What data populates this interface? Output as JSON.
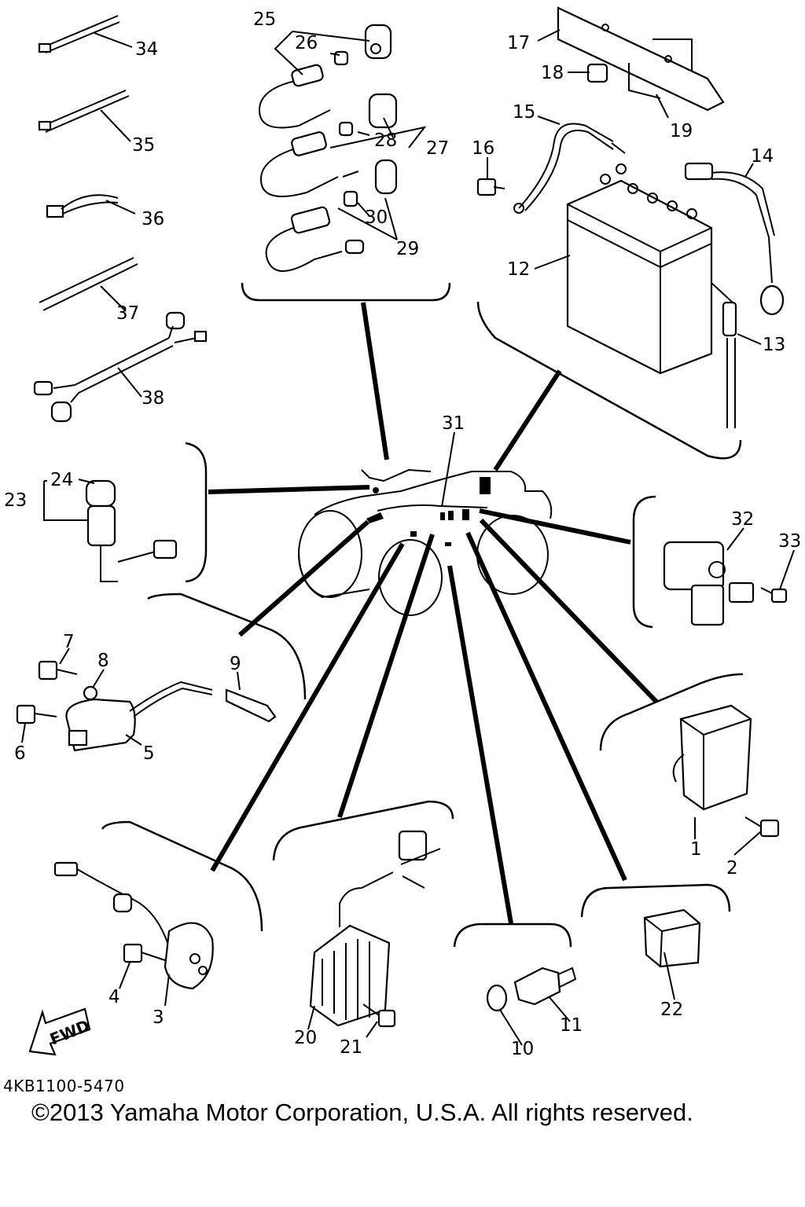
{
  "callouts": [
    "1",
    "2",
    "3",
    "4",
    "5",
    "6",
    "7",
    "8",
    "9",
    "10",
    "11",
    "12",
    "13",
    "14",
    "15",
    "16",
    "17",
    "18",
    "19",
    "20",
    "21",
    "22",
    "23",
    "24",
    "25",
    "26",
    "27",
    "28",
    "29",
    "30",
    "31",
    "32",
    "33",
    "34",
    "35",
    "36",
    "37",
    "38"
  ],
  "fwd_label": "FWD",
  "document_code": "4KB1100-5470",
  "copyright": "©2013 Yamaha Motor Corporation, U.S.A. All rights reserved."
}
